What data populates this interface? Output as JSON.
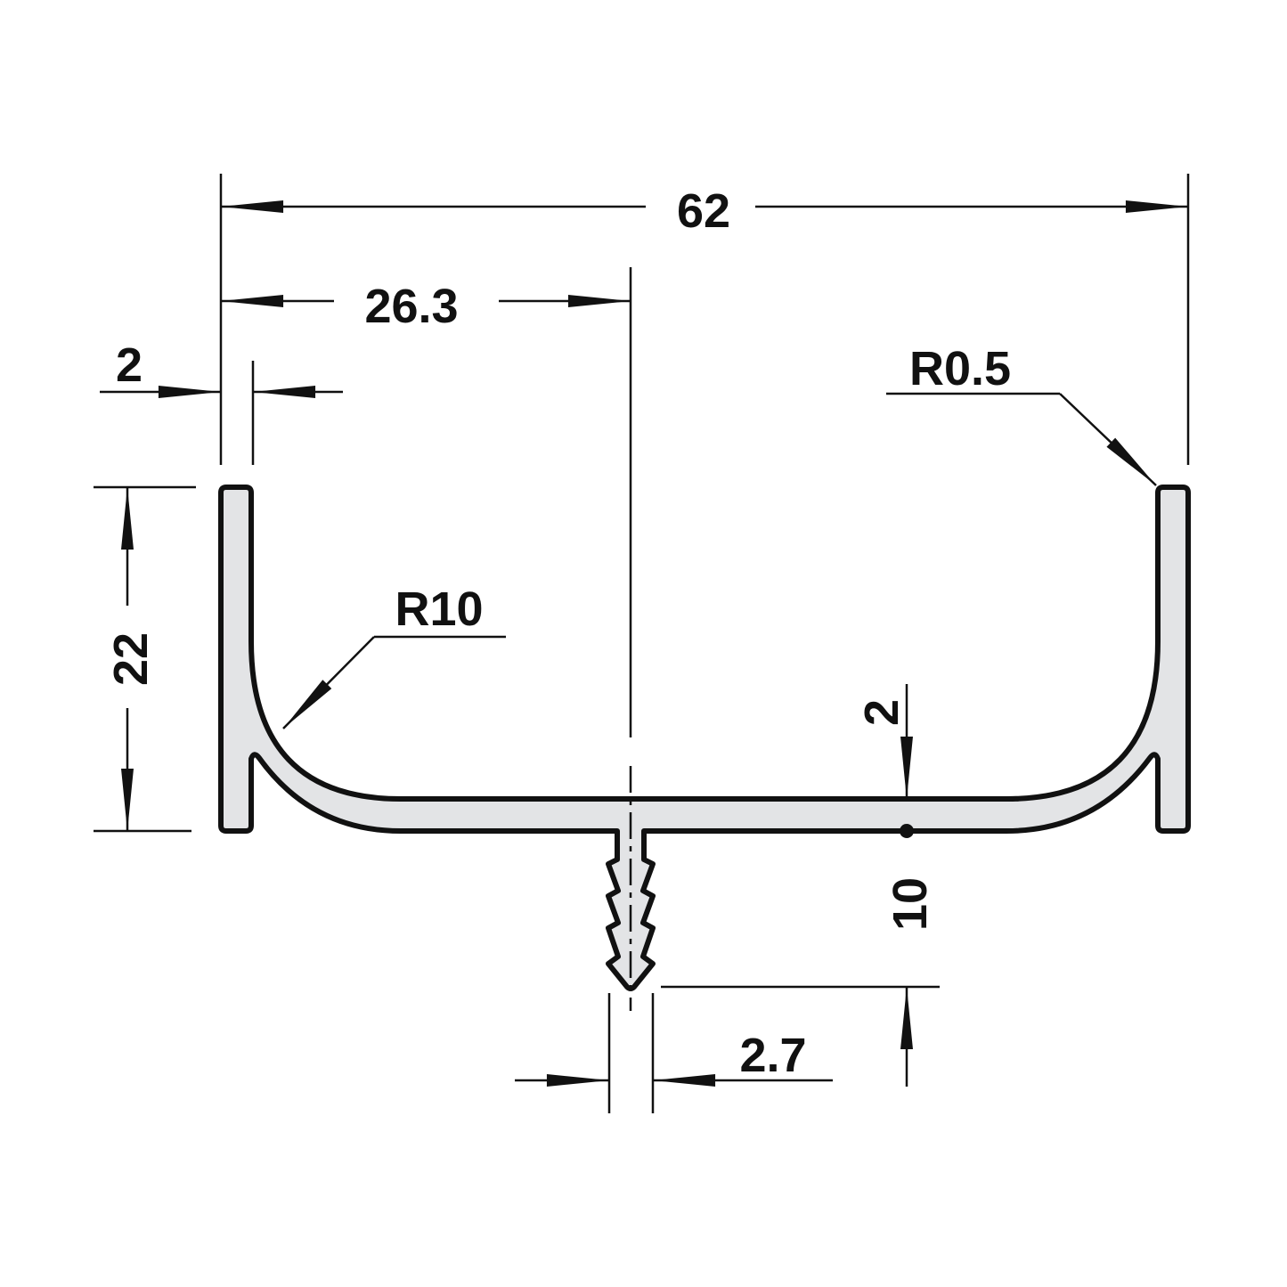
{
  "diagram": {
    "title": "Profile cross-section dimension drawing",
    "colors": {
      "profile_fill": "#e3e4e6",
      "line": "#111111"
    },
    "dimensions": {
      "overall_width": "62",
      "center_offset": "26.3",
      "wall_thickness": "2",
      "height": "22",
      "outer_radius": "R0.5",
      "inner_radius": "R10",
      "base_thickness": "2",
      "stem_length": "10",
      "stem_width": "2.7"
    }
  }
}
